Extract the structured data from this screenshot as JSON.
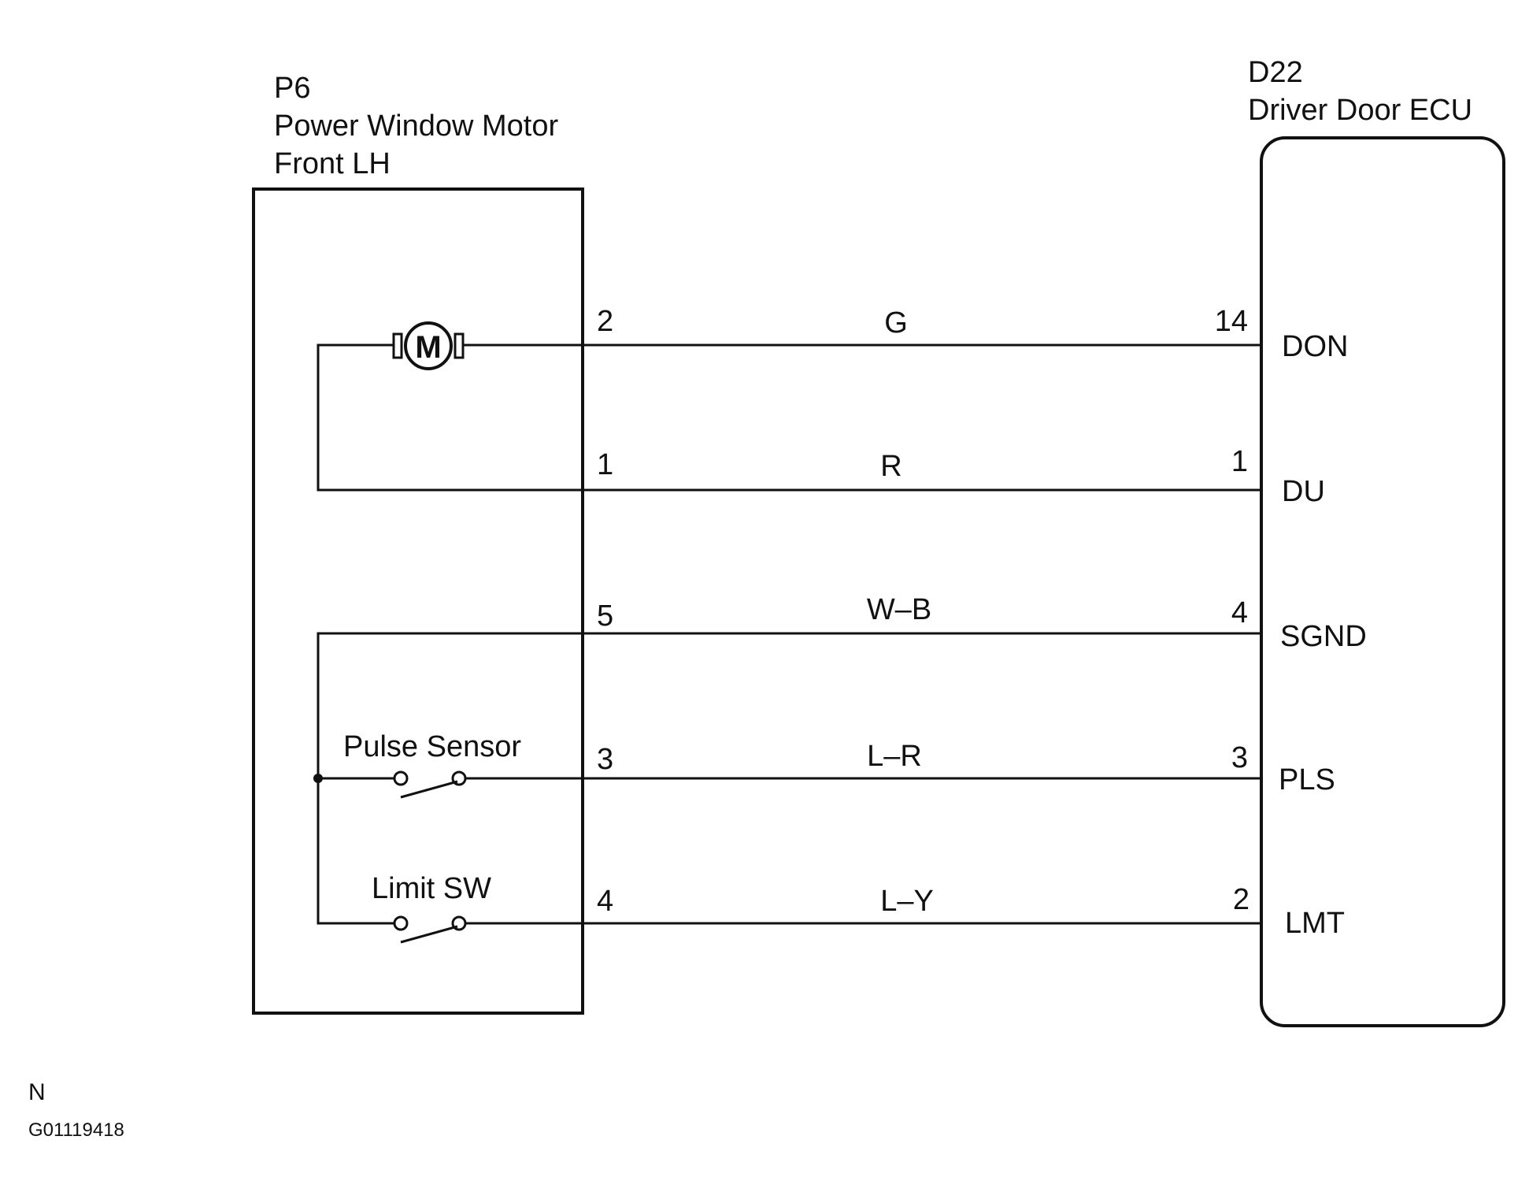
{
  "components": {
    "motor_unit": {
      "code": "P6",
      "name_line1": "Power Window Motor",
      "name_line2": "Front LH",
      "motor_symbol": "M",
      "pulse_sensor_label": "Pulse Sensor",
      "limit_switch_label": "Limit SW"
    },
    "ecu": {
      "code": "D22",
      "name": "Driver Door ECU"
    }
  },
  "wires": [
    {
      "motor_pin": "2",
      "color": "G",
      "ecu_pin": "14",
      "ecu_terminal": "DON"
    },
    {
      "motor_pin": "1",
      "color": "R",
      "ecu_pin": "1",
      "ecu_terminal": "DU"
    },
    {
      "motor_pin": "5",
      "color": "W–B",
      "ecu_pin": "4",
      "ecu_terminal": "SGND"
    },
    {
      "motor_pin": "3",
      "color": "L–R",
      "ecu_pin": "3",
      "ecu_terminal": "PLS"
    },
    {
      "motor_pin": "4",
      "color": "L–Y",
      "ecu_pin": "2",
      "ecu_terminal": "LMT"
    }
  ],
  "footer": {
    "letter": "N",
    "figure_code": "G01119418"
  },
  "colors": {
    "line": "#111111",
    "background": "#ffffff"
  }
}
